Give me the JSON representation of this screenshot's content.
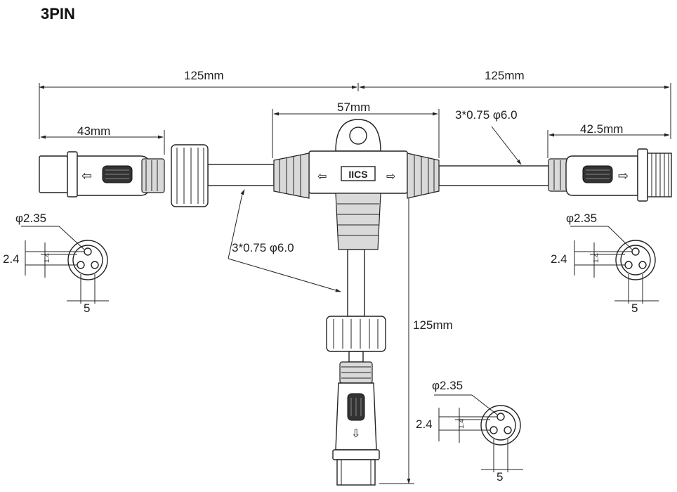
{
  "title": "3PIN",
  "dimensions": {
    "left_span": "125mm",
    "right_span": "125mm",
    "tee_width": "57mm",
    "left_plug": "43mm",
    "right_plug": "42.5mm",
    "branch_length": "125mm"
  },
  "cable_spec_left": "3*0.75 φ6.0",
  "cable_spec_right": "3*0.75 φ6.0",
  "brand_label": "IICS",
  "pin_views": [
    {
      "name": "left",
      "hole": "φ2.35",
      "height": "2.4",
      "offset": "1.4",
      "pitch": "5"
    },
    {
      "name": "right",
      "hole": "φ2.35",
      "height": "2.4",
      "offset": "1.4",
      "pitch": "5"
    },
    {
      "name": "bottom",
      "hole": "φ2.35",
      "height": "2.4",
      "offset": "1.4",
      "pitch": "5"
    }
  ],
  "arrows": {
    "left": "⇦",
    "right": "⇨",
    "down": "⇩"
  }
}
